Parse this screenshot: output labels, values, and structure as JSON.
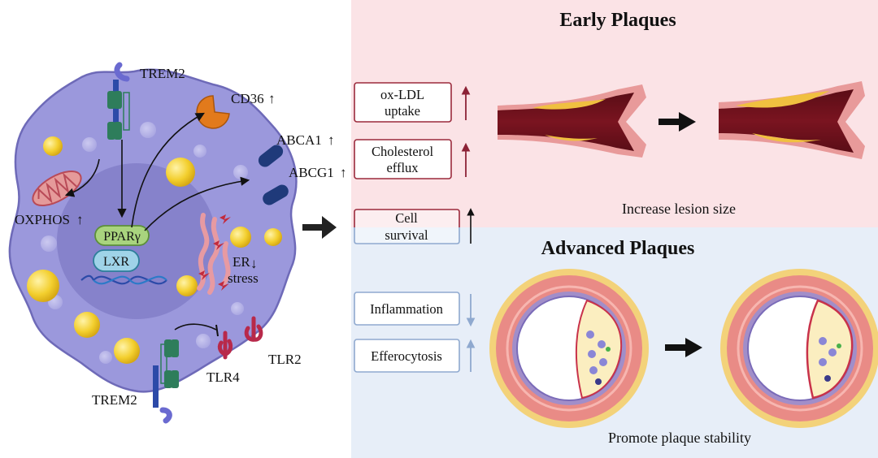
{
  "cell": {
    "labels": {
      "trem2_top": "TREM2",
      "trem2_bottom": "TREM2",
      "cd36": "CD36",
      "abca1": "ABCA1",
      "abcg1": "ABCG1",
      "oxphos": "OXPHOS",
      "ppar": "PPARγ",
      "lxr": "LXR",
      "er_stress_1": "ER",
      "er_stress_2": "stress",
      "tlr4": "TLR4",
      "tlr2": "TLR2"
    },
    "arrows": {
      "cd36": "↑",
      "abca1": "↑",
      "abcg1": "↑",
      "oxphos": "↑",
      "er": "↓"
    }
  },
  "early": {
    "title": "Early Plaques",
    "caption": "Increase lesion size",
    "boxes": [
      {
        "line1": "ox-LDL",
        "line2": "uptake",
        "dir": "up"
      },
      {
        "line1": "Cholesterol",
        "line2": "efflux",
        "dir": "up"
      }
    ]
  },
  "survival": {
    "line1": "Cell",
    "line2": "survival",
    "dir": "up"
  },
  "advanced": {
    "title": "Advanced Plaques",
    "caption": "Promote plaque stability",
    "boxes": [
      {
        "label": "Inflammation",
        "dir": "down"
      },
      {
        "label": "Efferocytosis",
        "dir": "up"
      }
    ]
  },
  "colors": {
    "early_bg": "#fbe3e6",
    "advanced_bg": "#e7eef8",
    "cell_fill": "#9b98dc",
    "nucleus_fill": "#7c78c4",
    "early_box_stroke": "#9b2a3c",
    "advanced_box_stroke": "#8fa9cf",
    "lipid": "#f3cf2e",
    "receptor": "#1f3a7a",
    "cd36": "#e27a1c",
    "vessel_red": "#c8324a"
  }
}
